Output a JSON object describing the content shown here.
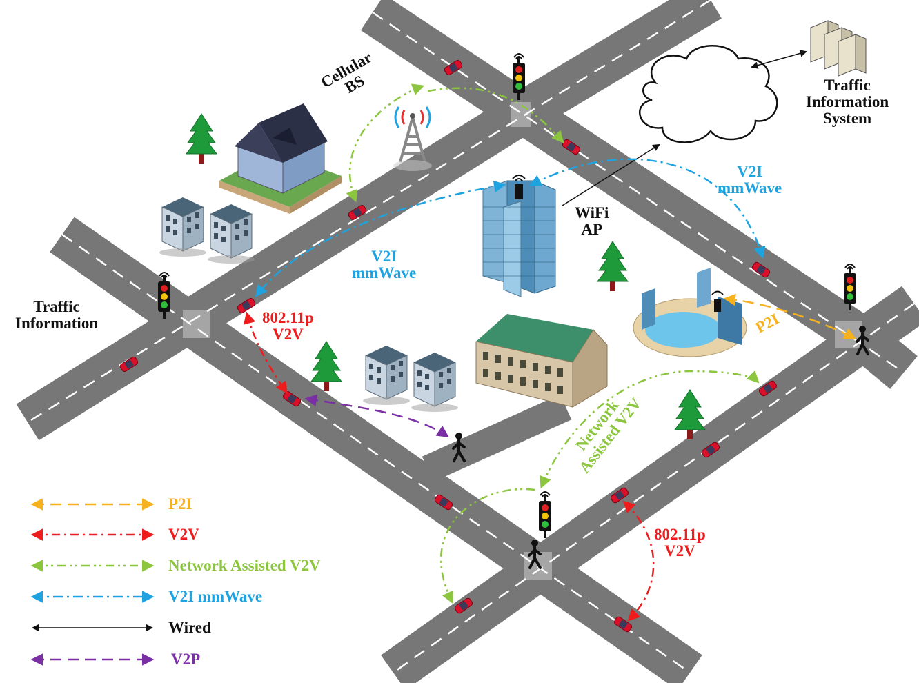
{
  "labels": {
    "cellular_bs": [
      "Cellular",
      "BS"
    ],
    "traffic_info_system": [
      "Traffic",
      "Information",
      "System"
    ],
    "wifi_ap": [
      "WiFi",
      "AP"
    ],
    "v2i_left": [
      "V2I",
      "mmWave"
    ],
    "v2i_right": [
      "V2I",
      "mmWave"
    ],
    "traffic_info_left": [
      "Traffic",
      "Information"
    ],
    "v2v_left": [
      "802.11p",
      "V2V"
    ],
    "v2v_right": [
      "802.11p",
      "V2V"
    ],
    "p2i": "P2I",
    "network_assisted": [
      "Network",
      "Assisted V2V"
    ]
  },
  "legend": [
    {
      "label": "P2I",
      "color": "#f5b11e",
      "style": "dashed"
    },
    {
      "label": "V2V",
      "color": "#ee1c1c",
      "style": "dash-dot"
    },
    {
      "label": "Network Assisted V2V",
      "color": "#8cc63f",
      "style": "dash-dot-dot"
    },
    {
      "label": "V2I mmWave",
      "color": "#1ea3e0",
      "style": "dash-dot"
    },
    {
      "label": "Wired",
      "color": "#111111",
      "style": "solid"
    },
    {
      "label": "V2P",
      "color": "#7b2fa5",
      "style": "dashed"
    }
  ],
  "colors": {
    "road": "#777777",
    "road_edge": "#555555",
    "lane_mark": "#ffffff",
    "car": "#d8102a",
    "tree": "#1f9a3b"
  }
}
